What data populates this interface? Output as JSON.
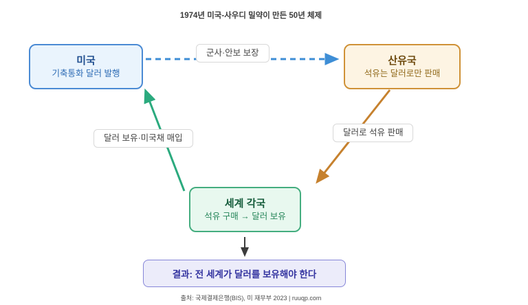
{
  "title": "1974년 미국-사우디 밀약이 만든 50년 체제",
  "nodes": {
    "usa": {
      "title": "미국",
      "subtitle": "기축통화 달러 발행"
    },
    "oil": {
      "title": "산유국",
      "subtitle": "석유는 달러로만 판매"
    },
    "world": {
      "title": "세계 각국",
      "subtitle": "석유 구매 → 달러 보유"
    },
    "result": {
      "label": "결과: 전 세계가 달러를 보유해야 한다"
    }
  },
  "edges": {
    "security": {
      "label": "군사·안보 보장"
    },
    "bonds": {
      "label": "달러 보유·미국채 매입"
    },
    "oilsale": {
      "label": "달러로 석유 판매"
    }
  },
  "footer": "출처: 국제결제은행(BIS), 미 재무부 2023 | ruuqp.com",
  "colors": {
    "usa_bg": "#eaf4fd",
    "usa_border": "#4a8ad4",
    "usa_title": "#1f4e8f",
    "usa_text": "#2e6cb5",
    "oil_bg": "#fdf4e3",
    "oil_border": "#cf9136",
    "oil_title": "#6e4a0e",
    "oil_text": "#926b1d",
    "world_bg": "#e8f8ef",
    "world_border": "#44ad7f",
    "world_title": "#155c3b",
    "world_text": "#27865a",
    "result_bg": "#ececfa",
    "result_border": "#8585d8",
    "result_text": "#3434a0",
    "arrow_security": "#3e8ed6",
    "arrow_bonds": "#2baa7e",
    "arrow_oilsale": "#c6812e",
    "arrow_result": "#3c3c3c"
  }
}
